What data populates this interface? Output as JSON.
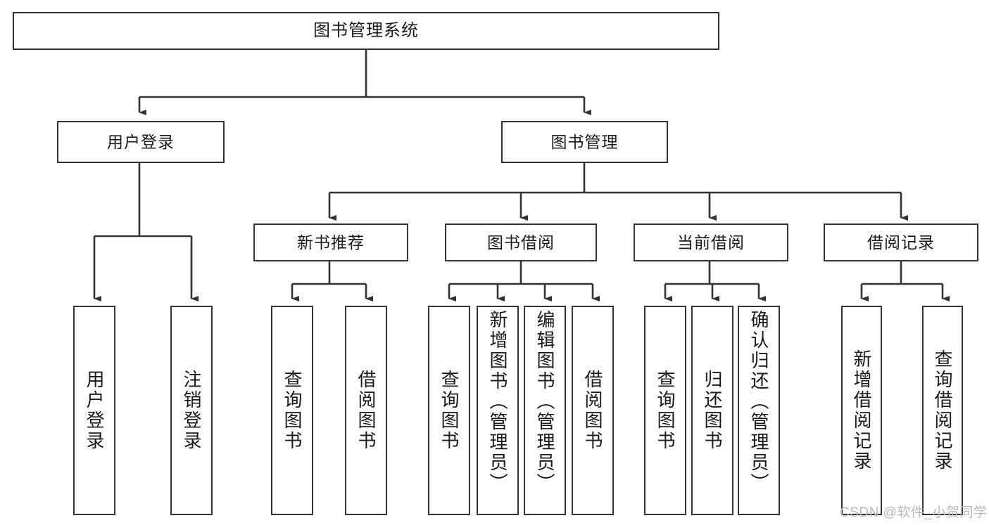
{
  "diagram": {
    "title": "图书管理系统",
    "type": "tree-hierarchy-chart",
    "watermark": "CSDN @软件_小贺同学",
    "colors": {
      "background": "#ffffff",
      "box_border": "#333333",
      "box_fill": "#ffffff",
      "text": "#1a1a1a",
      "edge": "#333333",
      "watermark": "#b9b9b9"
    }
  },
  "nodes": {
    "root": {
      "label": "图书管理系统"
    },
    "level1": [
      {
        "id": "user-login",
        "label": "用户登录"
      },
      {
        "id": "book-manage",
        "label": "图书管理"
      }
    ],
    "level2": [
      {
        "id": "new-book-recommend",
        "label": "新书推荐"
      },
      {
        "id": "book-borrow",
        "label": "图书借阅"
      },
      {
        "id": "current-borrow",
        "label": "当前借阅"
      },
      {
        "id": "borrow-record",
        "label": "借阅记录"
      }
    ],
    "leaves": {
      "user-login": [
        {
          "id": "leaf-user-login",
          "label": "用户登录"
        },
        {
          "id": "leaf-logout-login",
          "label": "注销登录"
        }
      ],
      "new-book-recommend": [
        {
          "id": "leaf-query-book-1",
          "label": "查询图书"
        },
        {
          "id": "leaf-borrow-book-1",
          "label": "借阅图书"
        }
      ],
      "book-borrow": [
        {
          "id": "leaf-query-book-2",
          "label": "查询图书"
        },
        {
          "id": "leaf-add-book",
          "label": "新增图书（管理员）"
        },
        {
          "id": "leaf-edit-book",
          "label": "编辑图书（管理员）"
        },
        {
          "id": "leaf-borrow-book-2",
          "label": "借阅图书"
        }
      ],
      "current-borrow": [
        {
          "id": "leaf-query-book-3",
          "label": "查询图书"
        },
        {
          "id": "leaf-return-book",
          "label": "归还图书"
        },
        {
          "id": "leaf-confirm-return",
          "label": "确认归还（管理员）"
        }
      ],
      "borrow-record": [
        {
          "id": "leaf-add-record",
          "label": "新增借阅记录"
        },
        {
          "id": "leaf-query-record",
          "label": "查询借阅记录"
        }
      ]
    }
  }
}
